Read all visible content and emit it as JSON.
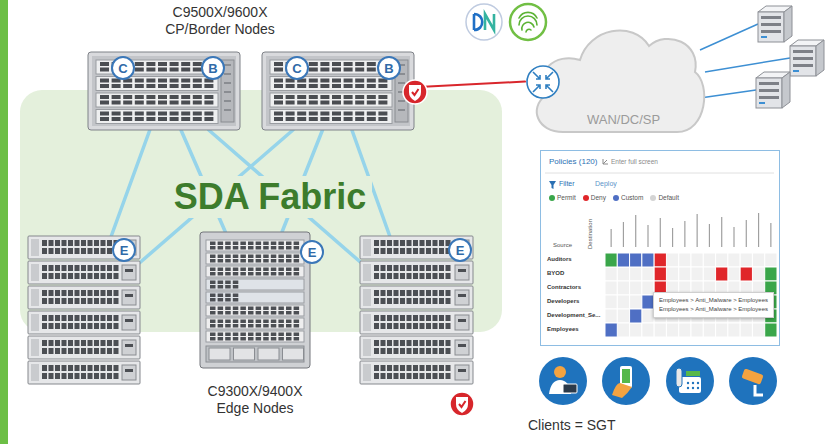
{
  "diagram": {
    "nodes": [
      {
        "text": [
          "SDA Fabric"
        ]
      },
      {
        "text": [
          "C",
          "B"
        ],
        "in": 0
      },
      {
        "text": [
          "C",
          "B"
        ],
        "in": 0
      },
      {
        "text": [
          "E"
        ],
        "in": 0
      },
      {
        "text": [
          "E"
        ],
        "in": 0
      },
      {
        "text": [
          "E"
        ],
        "in": 0
      },
      {
        "text": [
          "WAN/DC/SP"
        ]
      },
      {
        "text": [
          "Policies (120)",
          "Enter full screen",
          "Filter",
          "Deploy",
          "Destination",
          "Source",
          "Auditors",
          "BYOD",
          "Contractors",
          "Developers",
          "Development_Se...",
          "Employees"
        ]
      },
      {
        "text": [
          "Employees > Anti_Malware > Employees",
          "Employees > Anti_Malware > Employees"
        ],
        "in": 7
      }
    ],
    "edges": [
      {
        "from": 1,
        "to": 3,
        "arrow": "none"
      },
      {
        "from": 1,
        "to": 4,
        "arrow": "none"
      },
      {
        "from": 1,
        "to": 5,
        "arrow": "none"
      },
      {
        "from": 2,
        "to": 3,
        "arrow": "none"
      },
      {
        "from": 2,
        "to": 4,
        "arrow": "none"
      },
      {
        "from": 2,
        "to": 5,
        "arrow": "none"
      },
      {
        "from": 2,
        "to": 6,
        "arrow": "none"
      }
    ],
    "labels": [
      "C9500X/9600X CP/Border Nodes",
      "C9300X/9400X Edge Nodes",
      "Clients = SGT"
    ],
    "legend": [
      {
        "text": "Permit",
        "color": "#3aa64a"
      },
      {
        "text": "Deny",
        "color": "#e0262a"
      },
      {
        "text": "Custom",
        "color": "#4f6fc4"
      },
      {
        "text": "Default",
        "color": "#d4d4d4"
      }
    ]
  }
}
